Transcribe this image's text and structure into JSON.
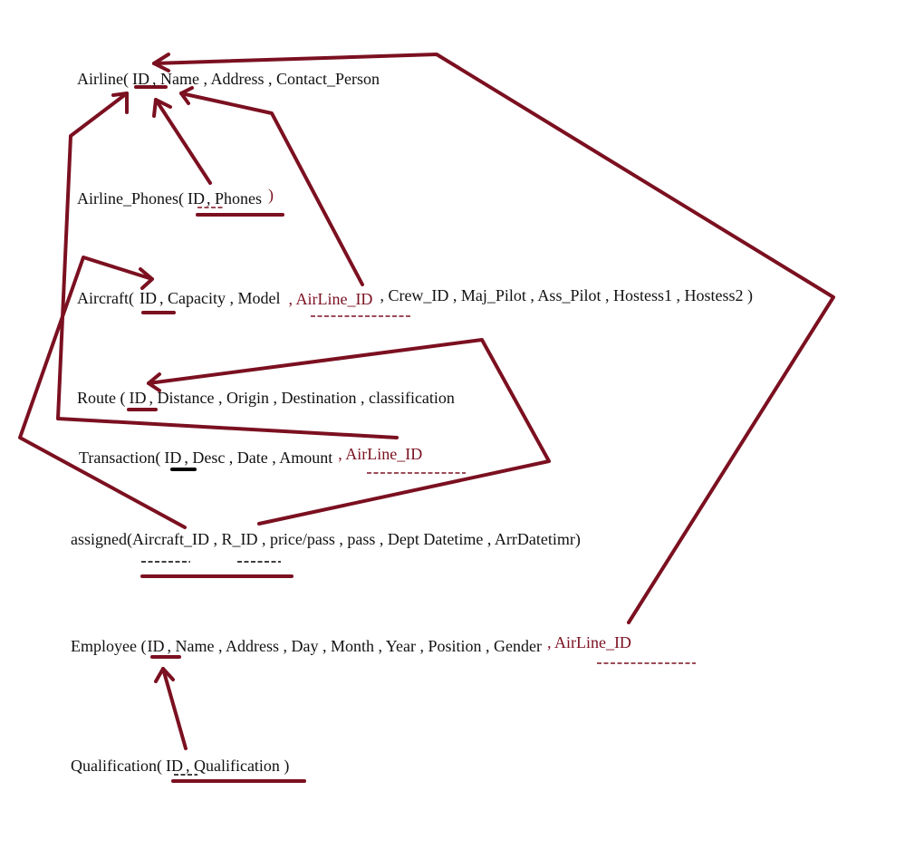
{
  "airline": {
    "open": "Airline(",
    "pk": "ID",
    "rest": ", Name , Address , Contact_Person"
  },
  "airline_phones": {
    "open": "Airline_Phones(",
    "pk": "ID",
    "rest": ", Phones",
    "close": ")"
  },
  "aircraft": {
    "open": "Aircraft(",
    "pk": "ID",
    "rest1": ", Capacity , Model",
    "fk": ", AirLine_ID",
    "rest2": ", Crew_ID , Maj_Pilot , Ass_Pilot , Hostess1 , Hostess2 )"
  },
  "route": {
    "open": "Route (",
    "pk": "ID",
    "rest": ", Distance , Origin , Destination ,  classification"
  },
  "transaction": {
    "open": "Transaction(",
    "pk": "ID",
    "rest": ", Desc , Date , Amount",
    "fk": ", AirLine_ID"
  },
  "assigned": {
    "text": "assigned(Aircraft_ID , R_ID , price/pass , pass , Dept Datetime , ArrDatetimr)"
  },
  "employee": {
    "open": "Employee (",
    "pk": "ID",
    "rest": ", Name , Address , Day , Month , Year , Position , Gender",
    "fk": ", AirLine_ID"
  },
  "qualification": {
    "open": "Qualification(",
    "pk": "ID",
    "rest": ", Qualification )"
  },
  "colors": {
    "ink": "#7b1020",
    "text": "#111111"
  }
}
